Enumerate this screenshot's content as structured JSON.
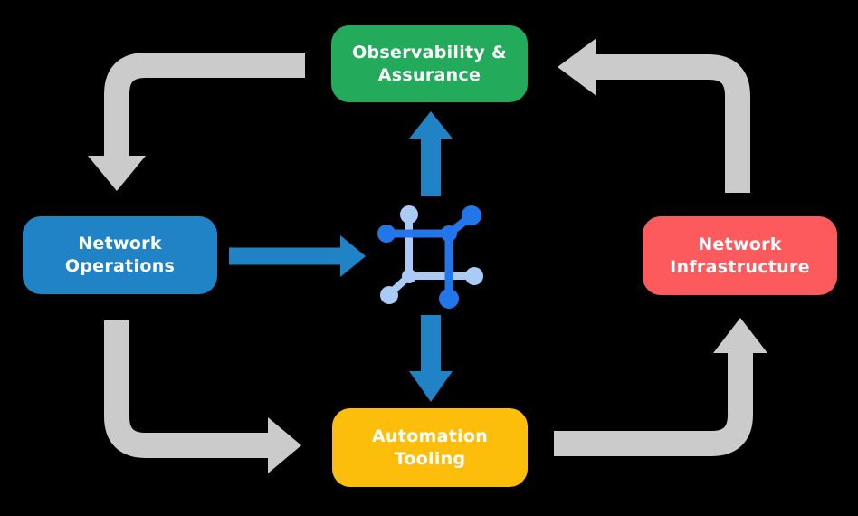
{
  "diagram": {
    "type": "cycle-flow-diagram",
    "background_color": "#000000",
    "nodes": [
      {
        "id": "observability-assurance",
        "label": "Observability &\nAssurance",
        "color": "#23ab5b",
        "text_color": "#ffffff"
      },
      {
        "id": "network-operations",
        "label": "Network\nOperations",
        "color": "#2083c5",
        "text_color": "#ffffff"
      },
      {
        "id": "network-infrastructure",
        "label": "Network\nInfrastructure",
        "color": "#fd5a5e",
        "text_color": "#ffffff"
      },
      {
        "id": "automation-tooling",
        "label": "Automation\nTooling",
        "color": "#fcbe0b",
        "text_color": "#ffffff"
      }
    ],
    "center_icon": {
      "name": "network-mesh-icon",
      "primary_color": "#2276e9",
      "light_color": "#a9cbf5"
    },
    "arrow_colors": {
      "cycle": "#cbcbcb",
      "flow": "#2083c5"
    },
    "cycle_arrows": [
      {
        "from": "observability-assurance",
        "to": "network-operations"
      },
      {
        "from": "network-operations",
        "to": "automation-tooling"
      },
      {
        "from": "automation-tooling",
        "to": "network-infrastructure"
      },
      {
        "from": "network-infrastructure",
        "to": "observability-assurance"
      }
    ],
    "flow_arrows": [
      {
        "from": "network-operations",
        "to": "center-icon"
      },
      {
        "from": "center-icon",
        "to": "observability-assurance"
      },
      {
        "from": "center-icon",
        "to": "automation-tooling"
      }
    ]
  }
}
